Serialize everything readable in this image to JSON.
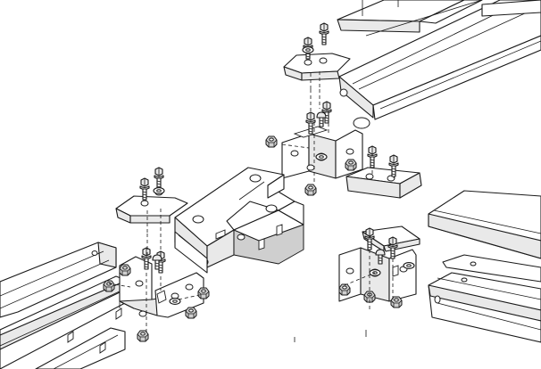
{
  "diagram": {
    "kind": "exploded assembly line drawing",
    "components": [
      "tee-junction",
      "straight-tray-top-right",
      "straight-tray-bottom-left",
      "straight-tray-right",
      "splice-plate",
      "bolt",
      "nut",
      "washer"
    ]
  }
}
